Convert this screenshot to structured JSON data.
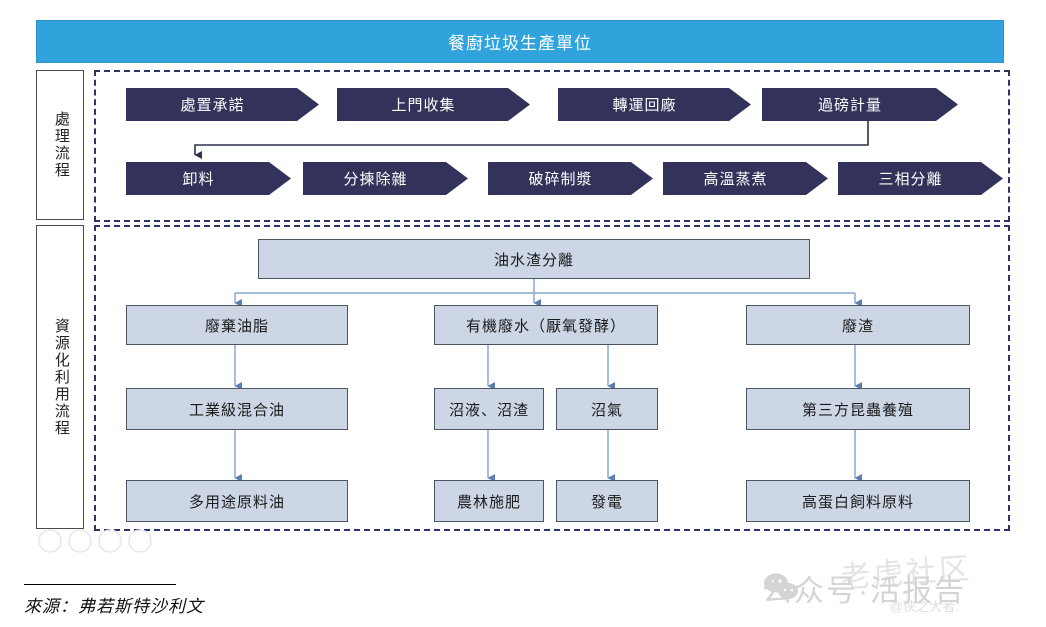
{
  "header": {
    "title": "餐廚垃圾生產單位"
  },
  "sections": {
    "process": {
      "label": "處理流程"
    },
    "resource": {
      "label": "資源化利用流程"
    }
  },
  "process_row1": [
    {
      "label": "處置承諾"
    },
    {
      "label": "上門收集"
    },
    {
      "label": "轉運回廠"
    },
    {
      "label": "過磅計量"
    }
  ],
  "process_row2": [
    {
      "label": "卸料"
    },
    {
      "label": "分揀除雜"
    },
    {
      "label": "破碎制漿"
    },
    {
      "label": "高溫蒸煮"
    },
    {
      "label": "三相分離"
    }
  ],
  "resource": {
    "root": {
      "label": "油水渣分離"
    },
    "branches": [
      {
        "label": "廢棄油脂"
      },
      {
        "label": "有機廢水（厭氧發酵）"
      },
      {
        "label": "廢渣"
      }
    ],
    "level2": [
      {
        "label": "工業級混合油"
      },
      {
        "label": "沼液、沼渣"
      },
      {
        "label": "沼氣"
      },
      {
        "label": "第三方昆蟲養殖"
      }
    ],
    "level3": [
      {
        "label": "多用途原料油"
      },
      {
        "label": "農林施肥"
      },
      {
        "label": "發電"
      },
      {
        "label": "高蛋白飼料原料"
      }
    ]
  },
  "footer": {
    "source": "來源：弗若斯特沙利文"
  },
  "watermark": {
    "main": "公众号·活报告",
    "ghost": "老虎社区",
    "handle": "@侠之大者."
  },
  "colors": {
    "header_blue": "#30a3dc",
    "chevron_navy": "#32325a",
    "box_fill": "#ccd6e5",
    "box_border": "#4b5563",
    "dash_border": "#2b3566",
    "connector": "#8aa9cf"
  }
}
